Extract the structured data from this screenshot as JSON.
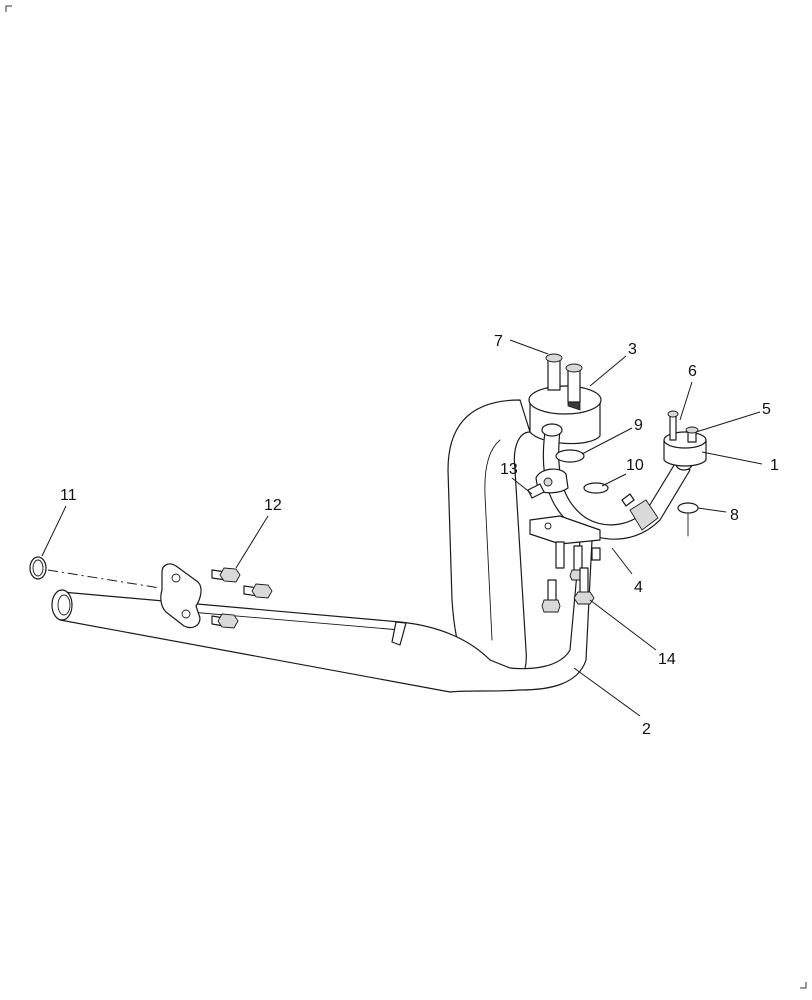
{
  "callouts": [
    {
      "id": "1",
      "label": "1"
    },
    {
      "id": "2",
      "label": "2"
    },
    {
      "id": "3",
      "label": "3"
    },
    {
      "id": "4",
      "label": "4"
    },
    {
      "id": "5",
      "label": "5"
    },
    {
      "id": "6",
      "label": "6"
    },
    {
      "id": "7",
      "label": "7"
    },
    {
      "id": "8",
      "label": "8"
    },
    {
      "id": "9",
      "label": "9"
    },
    {
      "id": "10",
      "label": "10"
    },
    {
      "id": "11",
      "label": "11"
    },
    {
      "id": "12",
      "label": "12"
    },
    {
      "id": "13",
      "label": "13"
    },
    {
      "id": "14",
      "label": "14"
    }
  ],
  "colors": {
    "line": "#1a1a1a",
    "background": "#ffffff",
    "shade": "#d9d9d9"
  }
}
